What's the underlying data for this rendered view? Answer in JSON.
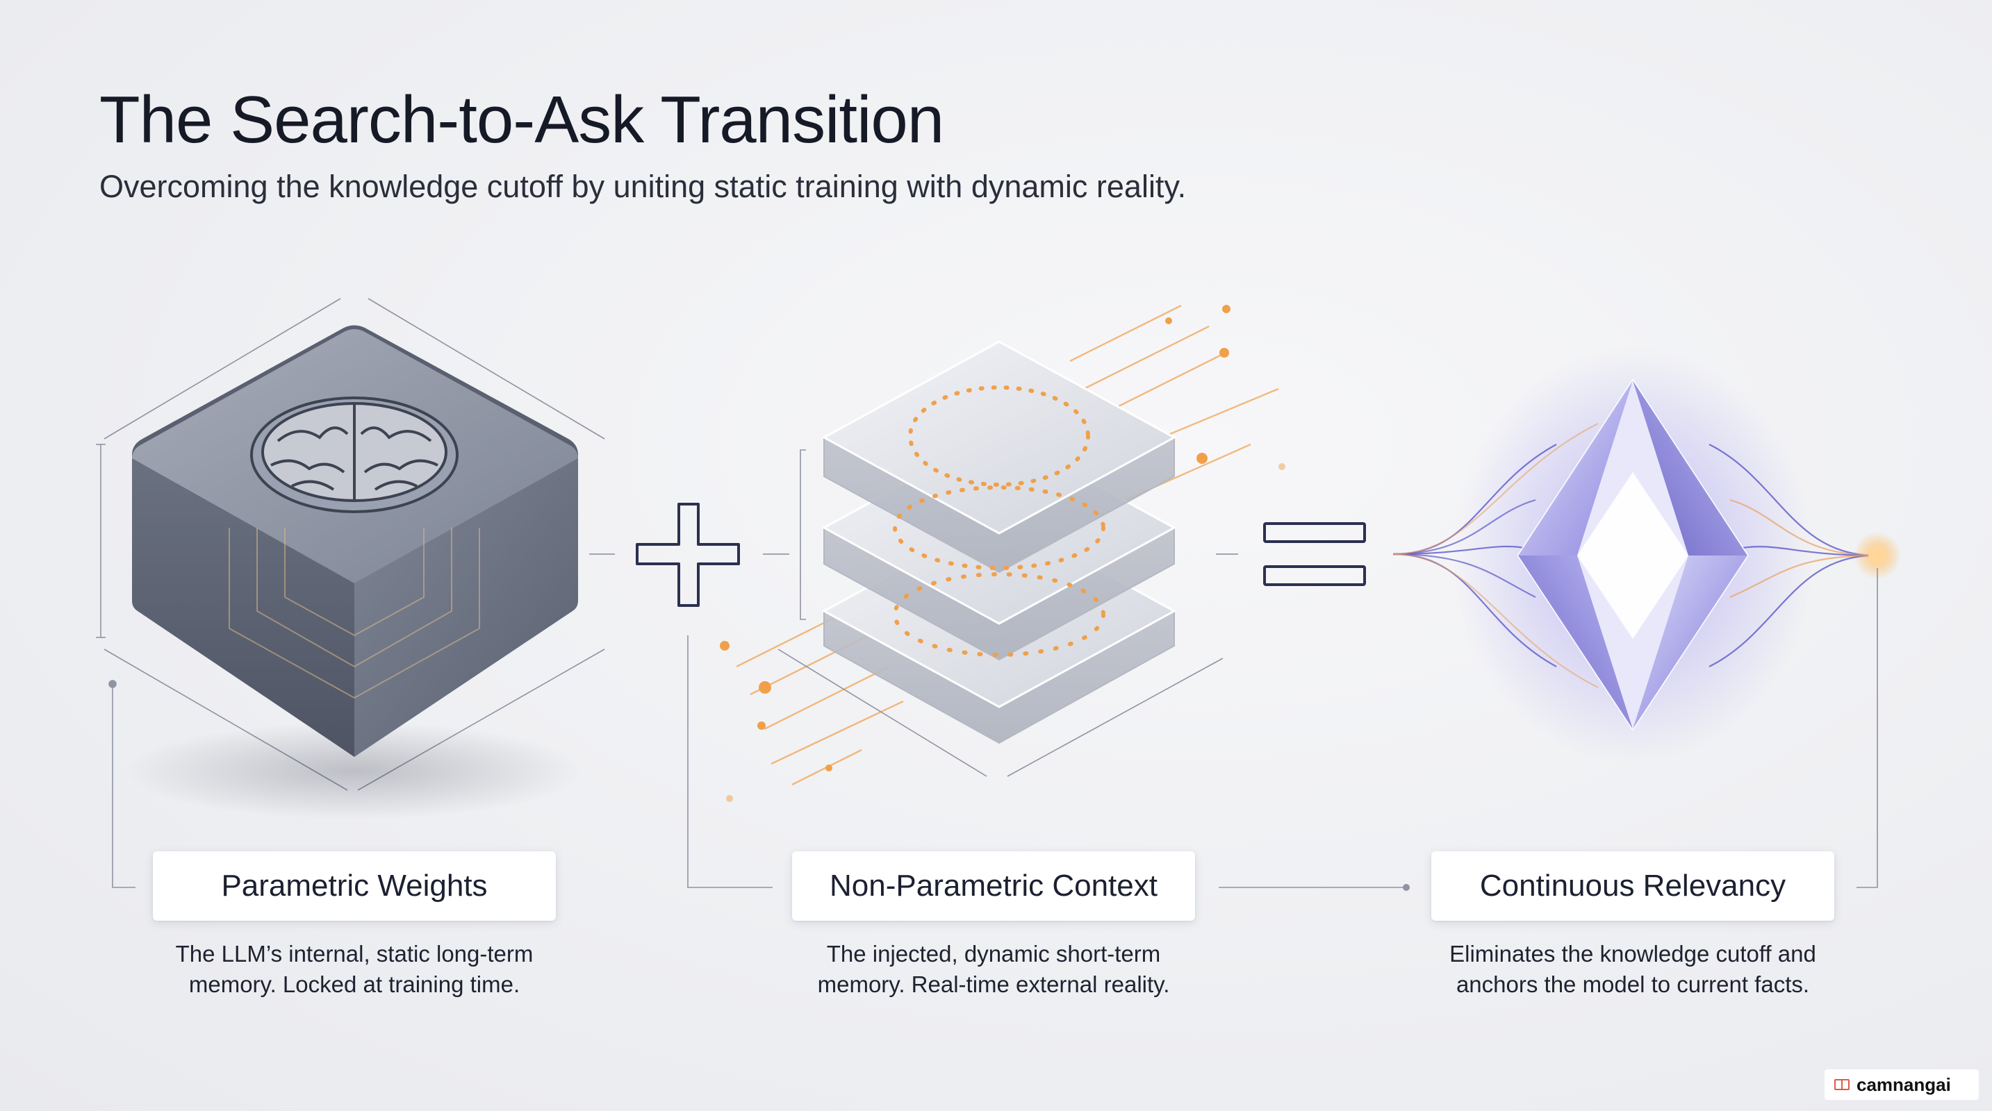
{
  "header": {
    "title": "The Search-to-Ask Transition",
    "subtitle": "Overcoming the knowledge cutoff by uniting static training with dynamic reality."
  },
  "components": [
    {
      "label": "Parametric Weights",
      "description": [
        "The LLM’s internal, static long-term",
        "memory. Locked at training time."
      ],
      "icon": "brain-cube-icon"
    },
    {
      "label": "Non-Parametric Context",
      "description": [
        "The injected, dynamic short-term",
        "memory. Real-time external reality."
      ],
      "icon": "stacked-layers-icon"
    },
    {
      "label": "Continuous Relevancy",
      "description": [
        "Eliminates the knowledge cutoff and",
        "anchors the model to current facts."
      ],
      "icon": "crystal-diamond-icon"
    }
  ],
  "operators": {
    "plus": "plus-icon",
    "equals": "equals-icon"
  },
  "watermark": {
    "text": "camnangai",
    "icon": "book-icon"
  },
  "colors": {
    "accent_orange": "#f0a04a",
    "accent_violet": "#6f6ad8",
    "cube_dark": "#5b6271",
    "text_dark": "#161a26"
  }
}
